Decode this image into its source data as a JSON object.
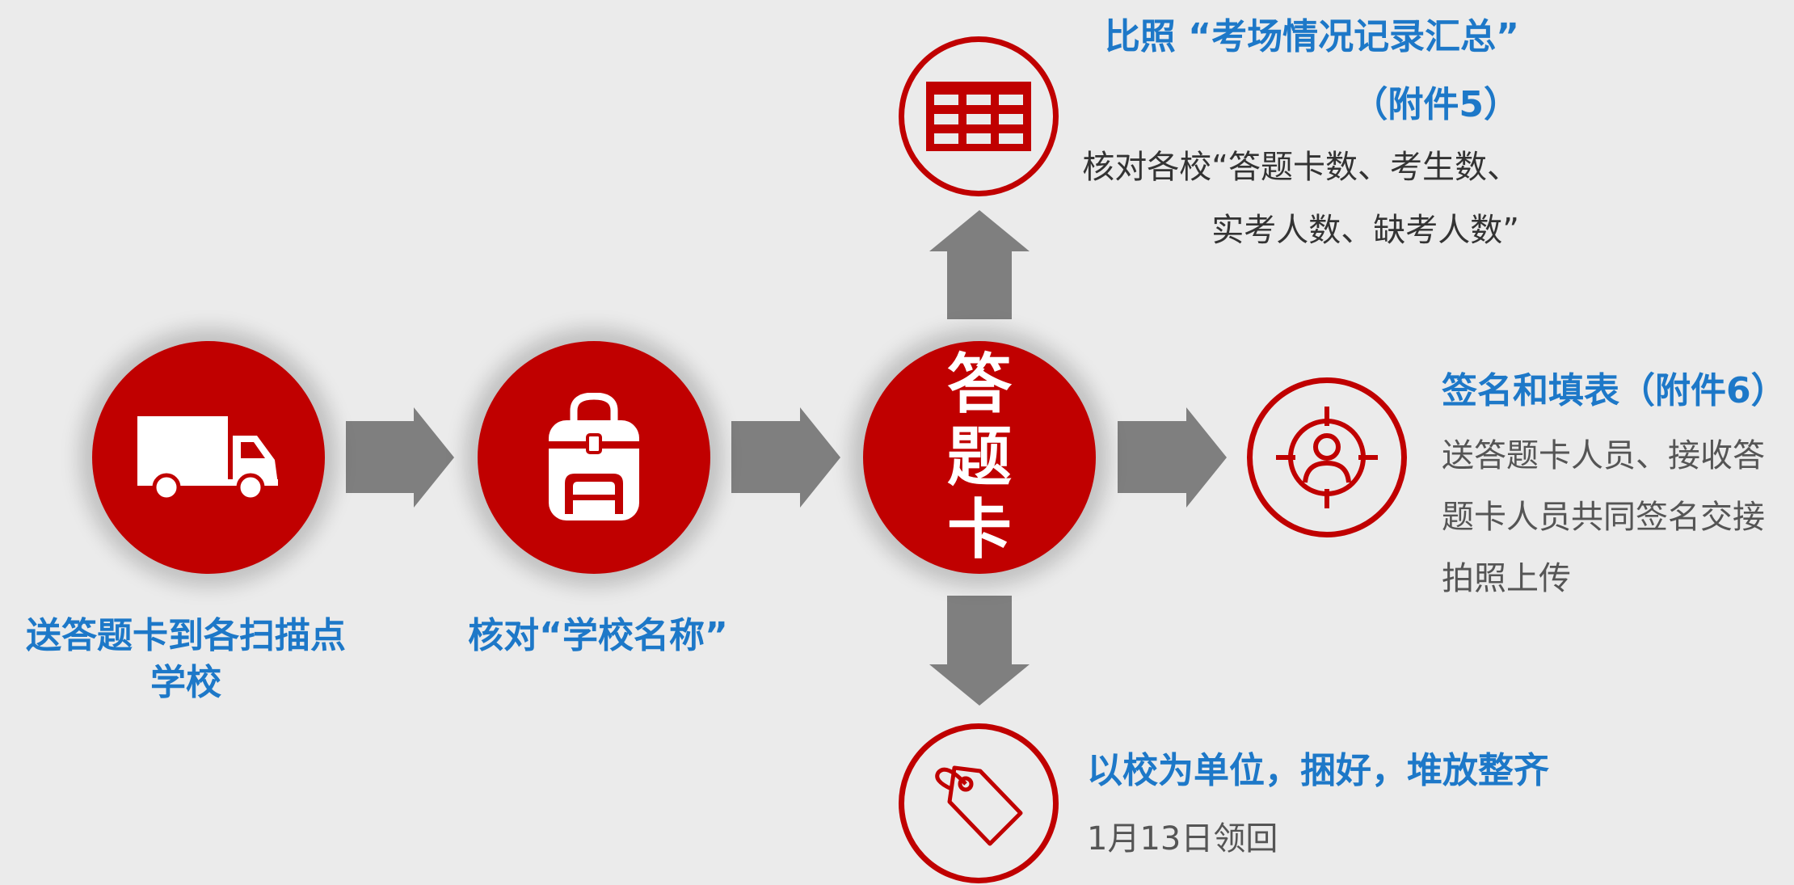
{
  "colors": {
    "background": "#ebebeb",
    "accent_red": "#c00000",
    "heading_blue": "#1d78c8",
    "arrow_gray": "#7f7f7f",
    "body_text": "#333333"
  },
  "steps": [
    {
      "icon": "truck-icon",
      "label_line1": "送答题卡到各扫描点",
      "label_line2": "学校"
    },
    {
      "icon": "backpack-icon",
      "label": "核对“学校名称”"
    }
  ],
  "center": {
    "line1": "答题",
    "line2": "卡"
  },
  "top_branch": {
    "icon": "table-grid-icon",
    "title_line1": "比照 “考场情况记录汇总”",
    "title_line2": "（附件5）",
    "desc_line1": "核对各校“答题卡数、考生数、",
    "desc_line2": "实考人数、缺考人数”"
  },
  "right_branch": {
    "icon": "person-target-icon",
    "title": "签名和填表（附件6）",
    "desc_line1": "送答题卡人员、接收答",
    "desc_line2": "题卡人员共同签名交接",
    "desc_line3": "拍照上传"
  },
  "bottom_branch": {
    "icon": "tag-icon",
    "title": "以校为单位，捆好，堆放整齐",
    "desc": "1月13日领回"
  }
}
